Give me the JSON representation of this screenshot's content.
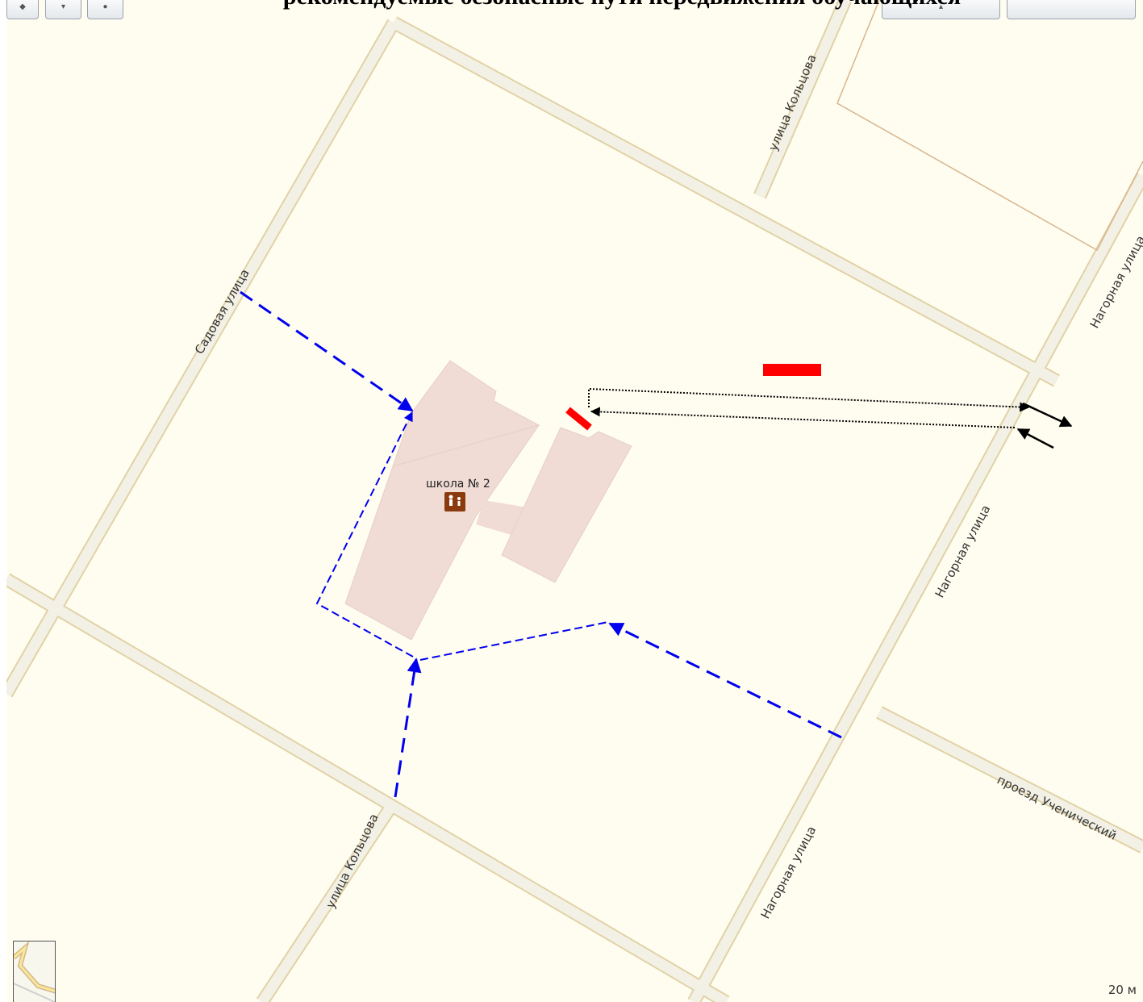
{
  "title": "рекомендуемые безопасные пути передвижения обучающихся",
  "poi": {
    "label": "школа № 2",
    "icon": "school-children-icon"
  },
  "streets": {
    "sadovaya": "Садовая улица",
    "koltsova_north": "улица Кольцова",
    "koltsova_south": "улица Кольцова",
    "nagornaya_top": "Нагорная улица",
    "nagornaya_mid": "Нагорная улица",
    "nagornaya_south": "Нагорная улица",
    "uchenichesky": "проезд Ученический"
  },
  "scale": {
    "label": "20 м"
  },
  "colors": {
    "background": "#fffdf0",
    "road_fill": "#f3f1e6",
    "road_edge": "#e1d2a6",
    "building": "#f0dcd5",
    "route_blue": "#0000ee",
    "marker_red": "#ff0000",
    "path_black": "#000000"
  },
  "toolbar": {
    "icons": [
      "zoom-icon",
      "layers-icon",
      "ruler-icon",
      "print-icon",
      "share-icon"
    ]
  }
}
